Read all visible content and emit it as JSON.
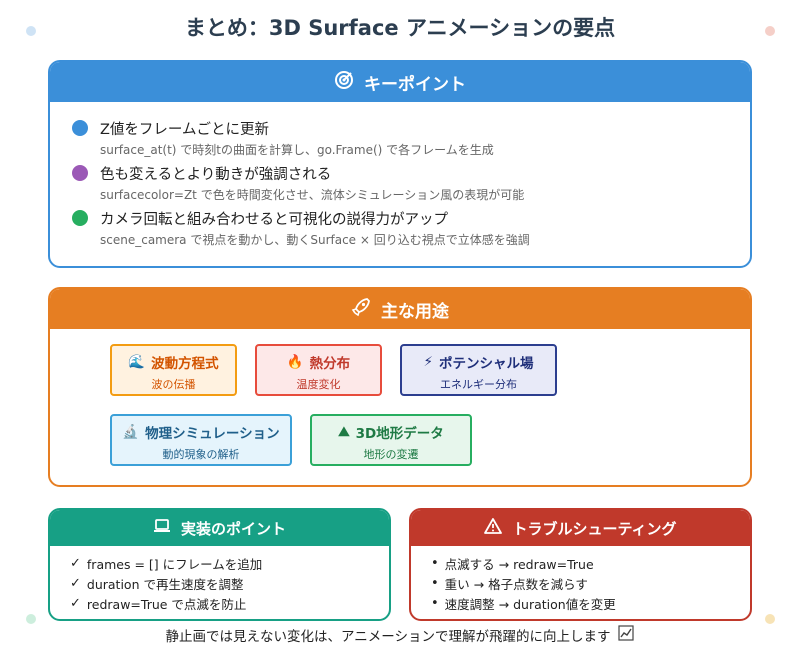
{
  "title": "まとめ：3D Surface アニメーションの要点",
  "colors": {
    "blue": "#3b8fd9",
    "orange": "#e67e22",
    "teal": "#17a085",
    "red": "#c0392b",
    "dot_blue": "#3b8fd9",
    "dot_purple": "#9b59b6",
    "dot_green": "#27ae60"
  },
  "key_points": {
    "header": "キーポイント",
    "icon": "target-icon",
    "items": [
      {
        "title": "Z値をフレームごとに更新",
        "sub": "surface_at(t) で時刻tの曲面を計算し、go.Frame() で各フレームを生成",
        "color": "#3b8fd9"
      },
      {
        "title": "色も変えるとより動きが強調される",
        "sub": "surfacecolor=Zt で色を時間変化させ、流体シミュレーション風の表現が可能",
        "color": "#9b59b6"
      },
      {
        "title": "カメラ回転と組み合わせると可視化の説得力がアップ",
        "sub": "scene_camera で視点を動かし、動くSurface × 回り込む視点で立体感を強調",
        "color": "#27ae60"
      }
    ]
  },
  "uses": {
    "header": "主な用途",
    "icon": "rocket-icon",
    "items": [
      {
        "title": "波動方程式",
        "sub": "波の伝播",
        "icon": "wave-icon"
      },
      {
        "title": "熱分布",
        "sub": "温度変化",
        "icon": "flame-icon"
      },
      {
        "title": "ポテンシャル場",
        "sub": "エネルギー分布",
        "icon": "lightning-icon"
      },
      {
        "title": "物理シミュレーション",
        "sub": "動的現象の解析",
        "icon": "microscope-icon"
      },
      {
        "title": "3D地形データ",
        "sub": "地形の変遷",
        "icon": "mountain-icon"
      }
    ]
  },
  "implementation": {
    "header": "実装のポイント",
    "icon": "laptop-icon",
    "items": [
      "frames = [] にフレームを追加",
      "duration で再生速度を調整",
      "redraw=True で点滅を防止"
    ]
  },
  "troubleshooting": {
    "header": "トラブルシューティング",
    "icon": "warning-icon",
    "items": [
      "点滅する → redraw=True",
      "重い → 格子点数を減らす",
      "速度調整 → duration値を変更"
    ]
  },
  "footer": "静止画では見えない変化は、アニメーションで理解が飛躍的に向上します"
}
